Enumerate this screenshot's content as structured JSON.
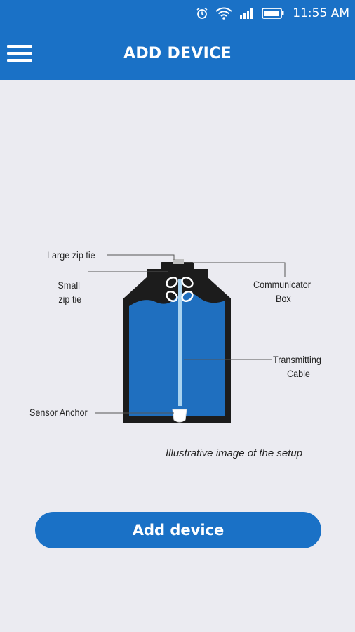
{
  "status_bar": {
    "time": "11:55 AM",
    "icons": [
      "alarm-icon",
      "wifi-icon",
      "signal-icon",
      "battery-icon"
    ]
  },
  "app_bar": {
    "title": "ADD DEVICE",
    "menu_icon": "hamburger-menu-icon"
  },
  "diagram": {
    "labels": {
      "large_zip_tie": "Large zip tie",
      "small_zip_tie_1": "Small",
      "small_zip_tie_2": "zip tie",
      "communicator_1": "Communicator",
      "communicator_2": "Box",
      "transmitting_1": "Transmitting",
      "transmitting_2": "Cable",
      "sensor_anchor": "Sensor Anchor"
    },
    "caption": "Illustrative image of the setup"
  },
  "actions": {
    "add_device_label": "Add device"
  },
  "colors": {
    "primary": "#1a71c6",
    "background": "#ebebf1",
    "tank_outline": "#1c1c1c",
    "water": "#1f6fbf"
  }
}
